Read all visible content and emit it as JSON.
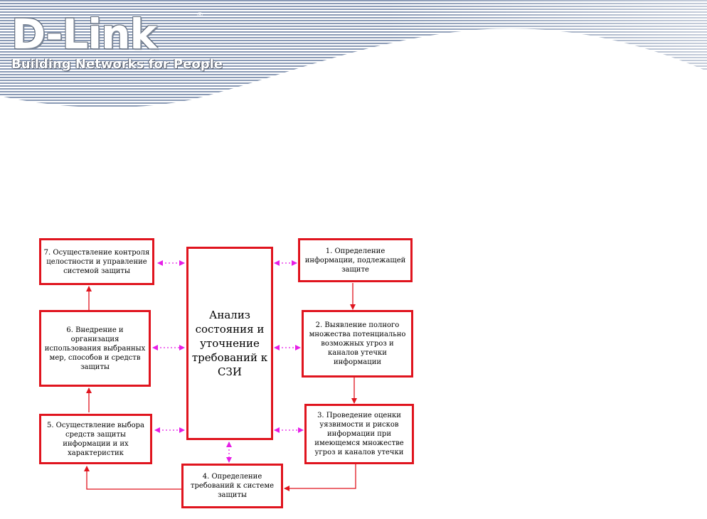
{
  "header": {
    "logo_text": "D-Link",
    "registered_mark": "®",
    "tagline": "Building Networks for People"
  },
  "colors": {
    "box_border": "#e0141e",
    "solid_arrow": "#e0141e",
    "dotted_arrow": "#e61ee6",
    "header_stripes": "#8a9ab5"
  },
  "diagram": {
    "center": "Анализ состояния и уточнение требований к СЗИ",
    "steps": {
      "s1": "1. Определение информации, подлежащей защите",
      "s2": "2. Выявление полного множества потенциально возможных угроз и каналов утечки информации",
      "s3": "3. Проведение оценки уязвимости и рисков информации при имеющемся множестве угроз и каналов утечки",
      "s4": "4. Определение требований к системе защиты",
      "s5": "5. Осуществление выбора средств защиты информации и их характеристик",
      "s6": "6. Внедрение и организация использования выбранных мер, способов и средств защиты",
      "s7": "7. Осуществление контроля целостности и управление системой защиты"
    }
  }
}
